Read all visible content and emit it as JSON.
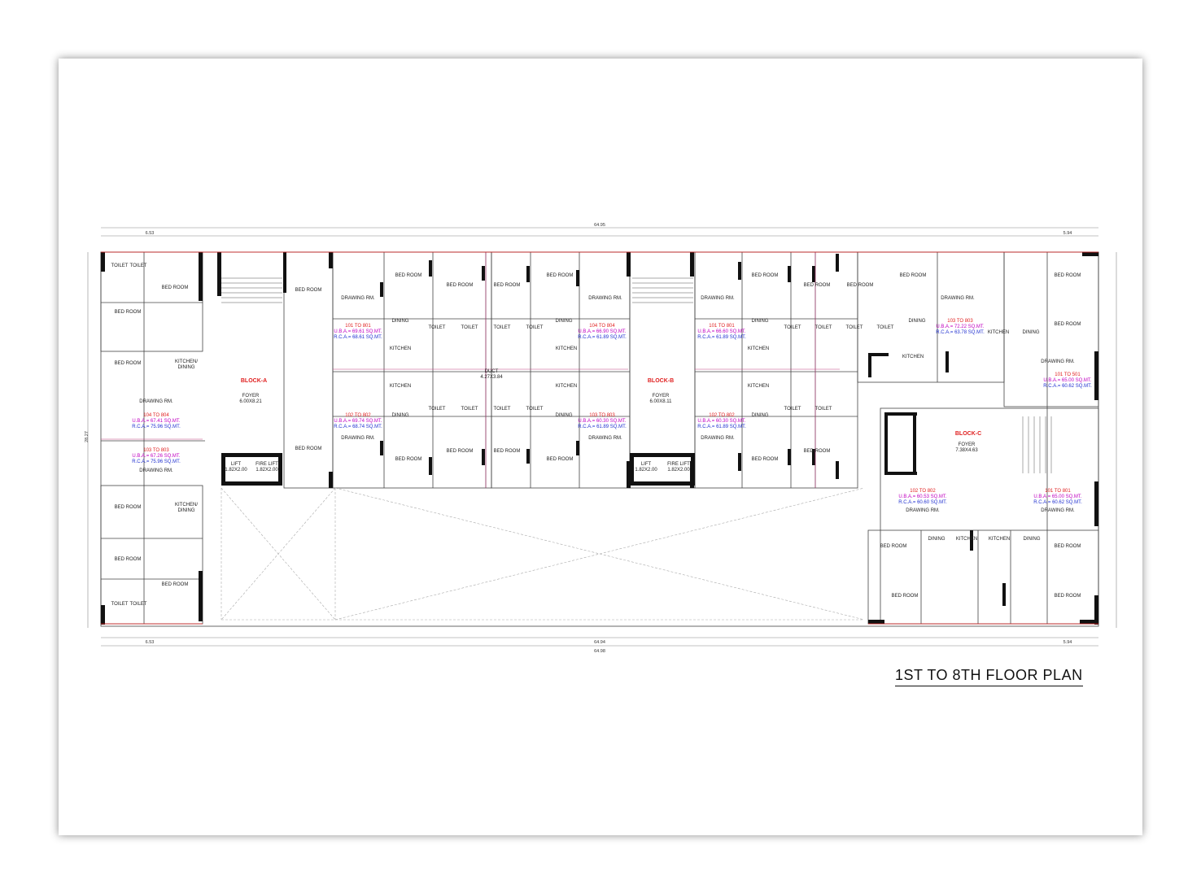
{
  "title": "1ST TO 8TH FLOOR PLAN",
  "colors": {
    "wall": "#111111",
    "thin": "#666666",
    "accent_red": "#e02020",
    "magenta": "#c000c0",
    "blue": "#2030d0"
  },
  "dims": {
    "overall_top": "64.95",
    "overall_bottom": "64.98",
    "inner_bottom": "64.94",
    "left_top": "6.53",
    "right_top": "5.94",
    "left_bottom": "6.53",
    "right_bottom": "5.94",
    "side_height": "28.27"
  },
  "blocks": {
    "a": "BLOCK-A",
    "b": "BLOCK-B",
    "c": "BLOCK-C"
  },
  "foyers": {
    "a": "FOYER\n6.00X8.21",
    "b": "FOYER\n6.00X8.11",
    "c": "FOYER\n7.38X4.63"
  },
  "units": {
    "u101": {
      "label": "101 TO 801",
      "uba": "U.B.A.= 69.61 SQ.MT.",
      "rca": "R.C.A.= 68.61 SQ.MT."
    },
    "u102": {
      "label": "102 TO 802",
      "uba": "U.B.A.= 69.74 SQ.MT.",
      "rca": "R.C.A.= 68.74 SQ.MT."
    },
    "u103": {
      "label": "103 TO 803",
      "uba": "U.B.A.= 60.30 SQ.MT.",
      "rca": "R.C.A.= 61.89 SQ.MT."
    },
    "u104": {
      "label": "104 TO 804",
      "uba": "U.B.A.= 66.90 SQ.MT.",
      "rca": "R.C.A.= 61.89 SQ.MT."
    },
    "ua504": {
      "label": "104 TO 804",
      "uba": "U.B.A.= 67.41 SQ.MT.",
      "rca": "R.C.A.= 75.96 SQ.MT."
    },
    "ua503": {
      "label": "103 TO 803",
      "uba": "U.B.A.= 67.26 SQ.MT.",
      "rca": "R.C.A.= 75.96 SQ.MT."
    },
    "ub601": {
      "label": "101 TO 801",
      "uba": "U.B.A.= 66.60 SQ.MT.",
      "rca": "R.C.A.= 61.89 SQ.MT."
    },
    "ub602": {
      "label": "102 TO 802",
      "uba": "U.B.A.= 60.30 SQ.MT.",
      "rca": "R.C.A.= 61.89 SQ.MT."
    },
    "uc803": {
      "label": "103 TO 803",
      "uba": "U.B.A.= 72.22 SQ.MT.",
      "rca": "R.C.A.= 63.78 SQ.MT."
    },
    "uc501": {
      "label": "101 TO 501",
      "uba": "U.B.A.= 65.00 SQ.MT.",
      "rca": "R.C.A.= 60.62 SQ.MT."
    },
    "uc102": {
      "label": "102 TO 802",
      "uba": "U.B.A.= 60.53 SQ.MT.",
      "rca": "R.C.A.= 60.60 SQ.MT."
    },
    "uc101": {
      "label": "101 TO 801",
      "uba": "U.B.A.= 65.00 SQ.MT.",
      "rca": "R.C.A.= 60.62 SQ.MT."
    }
  },
  "rooms": {
    "bed": "BED ROOM",
    "drawing": "DRAWING RM.",
    "kitchen": "KITCHEN",
    "dining": "DINING",
    "toilet": "TOILET",
    "lift": "LIFT\n1.82X2.00",
    "fire_lift": "FIRE LIFT\n1.82X2.00",
    "duct": "DUCT\n4.27X3.84",
    "kitchen_dining": "KITCHEN/\nDINING"
  }
}
